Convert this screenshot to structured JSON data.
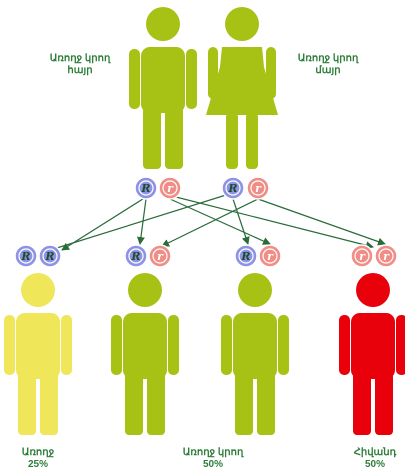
{
  "colors": {
    "carrier": "#a7c114",
    "healthy": "#f0e65a",
    "sick": "#e8000b",
    "dominant_allele": "#8d92e6",
    "recessive_allele": "#ef8d86",
    "arrow": "#2a6b3a",
    "label_text": "#2e7d3a"
  },
  "parents": [
    {
      "role": "father",
      "label_lines": [
        "Առողջ կրող",
        "հայր"
      ],
      "alleles": [
        "R",
        "r"
      ],
      "figure_color": "carrier"
    },
    {
      "role": "mother",
      "label_lines": [
        "Առողջ կրող",
        "մայր"
      ],
      "alleles": [
        "R",
        "r"
      ],
      "figure_color": "carrier"
    }
  ],
  "children": [
    {
      "alleles": [
        "R",
        "R"
      ],
      "figure_color": "healthy"
    },
    {
      "alleles": [
        "R",
        "r"
      ],
      "figure_color": "carrier"
    },
    {
      "alleles": [
        "R",
        "r"
      ],
      "figure_color": "carrier"
    },
    {
      "alleles": [
        "r",
        "r"
      ],
      "figure_color": "sick"
    }
  ],
  "outcomes": [
    {
      "name": "Առողջ",
      "percent": "25%"
    },
    {
      "name": "Առողջ կրող",
      "percent": "50%"
    },
    {
      "name": "Հիվանդ",
      "percent": "50%"
    }
  ]
}
